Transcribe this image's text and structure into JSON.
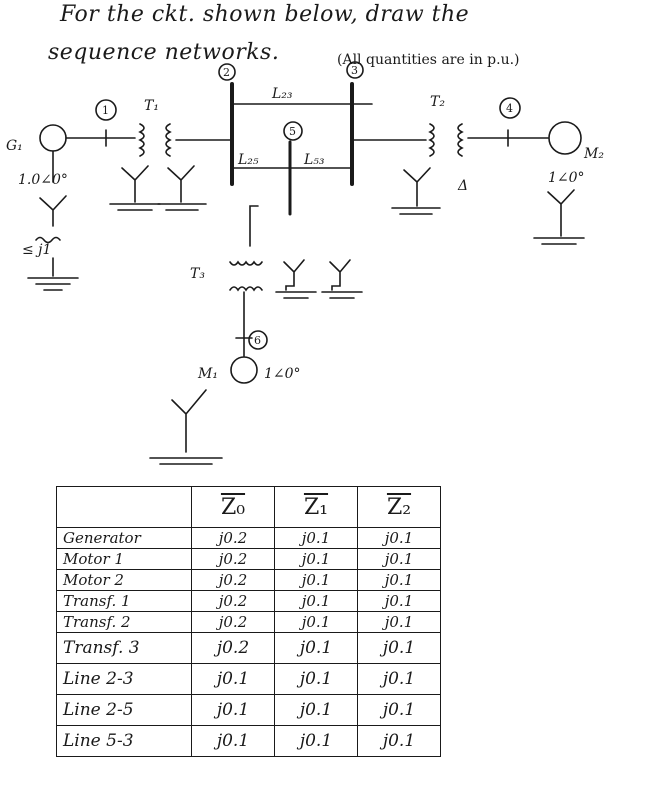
{
  "title": {
    "line1": "For the ckt. shown below, draw the",
    "line2": "sequence networks.",
    "note": "(All quantities are in p.u.)"
  },
  "diagram": {
    "bus_numbers": [
      "1",
      "2",
      "3",
      "4",
      "5",
      "6"
    ],
    "labels": {
      "g1": "G₁",
      "g1_voltage": "1.0∠0°",
      "g1_ground_impedance": "≤ j1",
      "t1": "T₁",
      "t2": "T₂",
      "t3": "T₃",
      "l23": "L₂₃",
      "l25": "L₂₅",
      "l53": "L₅₃",
      "m2": "M₂",
      "m2_voltage": "1∠0°",
      "m1": "M₁",
      "m1_voltage": "1∠0°",
      "delta": "Δ"
    }
  },
  "table": {
    "headers": [
      "",
      "Z₀",
      "Z₁",
      "Z₂"
    ],
    "rows": [
      {
        "name": "Generator",
        "z0": "j0.2",
        "z1": "j0.1",
        "z2": "j0.1"
      },
      {
        "name": "Motor 1",
        "z0": "j0.2",
        "z1": "j0.1",
        "z2": "j0.1"
      },
      {
        "name": "Motor 2",
        "z0": "j0.2",
        "z1": "j0.1",
        "z2": "j0.1"
      },
      {
        "name": "Transf. 1",
        "z0": "j0.2",
        "z1": "j0.1",
        "z2": "j0.1"
      },
      {
        "name": "Transf. 2",
        "z0": "j0.2",
        "z1": "j0.1",
        "z2": "j0.1"
      },
      {
        "name": "Transf. 3",
        "z0": "j0.2",
        "z1": "j0.1",
        "z2": "j0.1"
      },
      {
        "name": "Line 2-3",
        "z0": "j0.1",
        "z1": "j0.1",
        "z2": "j0.1"
      },
      {
        "name": "Line 2-5",
        "z0": "j0.1",
        "z1": "j0.1",
        "z2": "j0.1"
      },
      {
        "name": "Line 5-3",
        "z0": "j0.1",
        "z1": "j0.1",
        "z2": "j0.1"
      }
    ]
  }
}
